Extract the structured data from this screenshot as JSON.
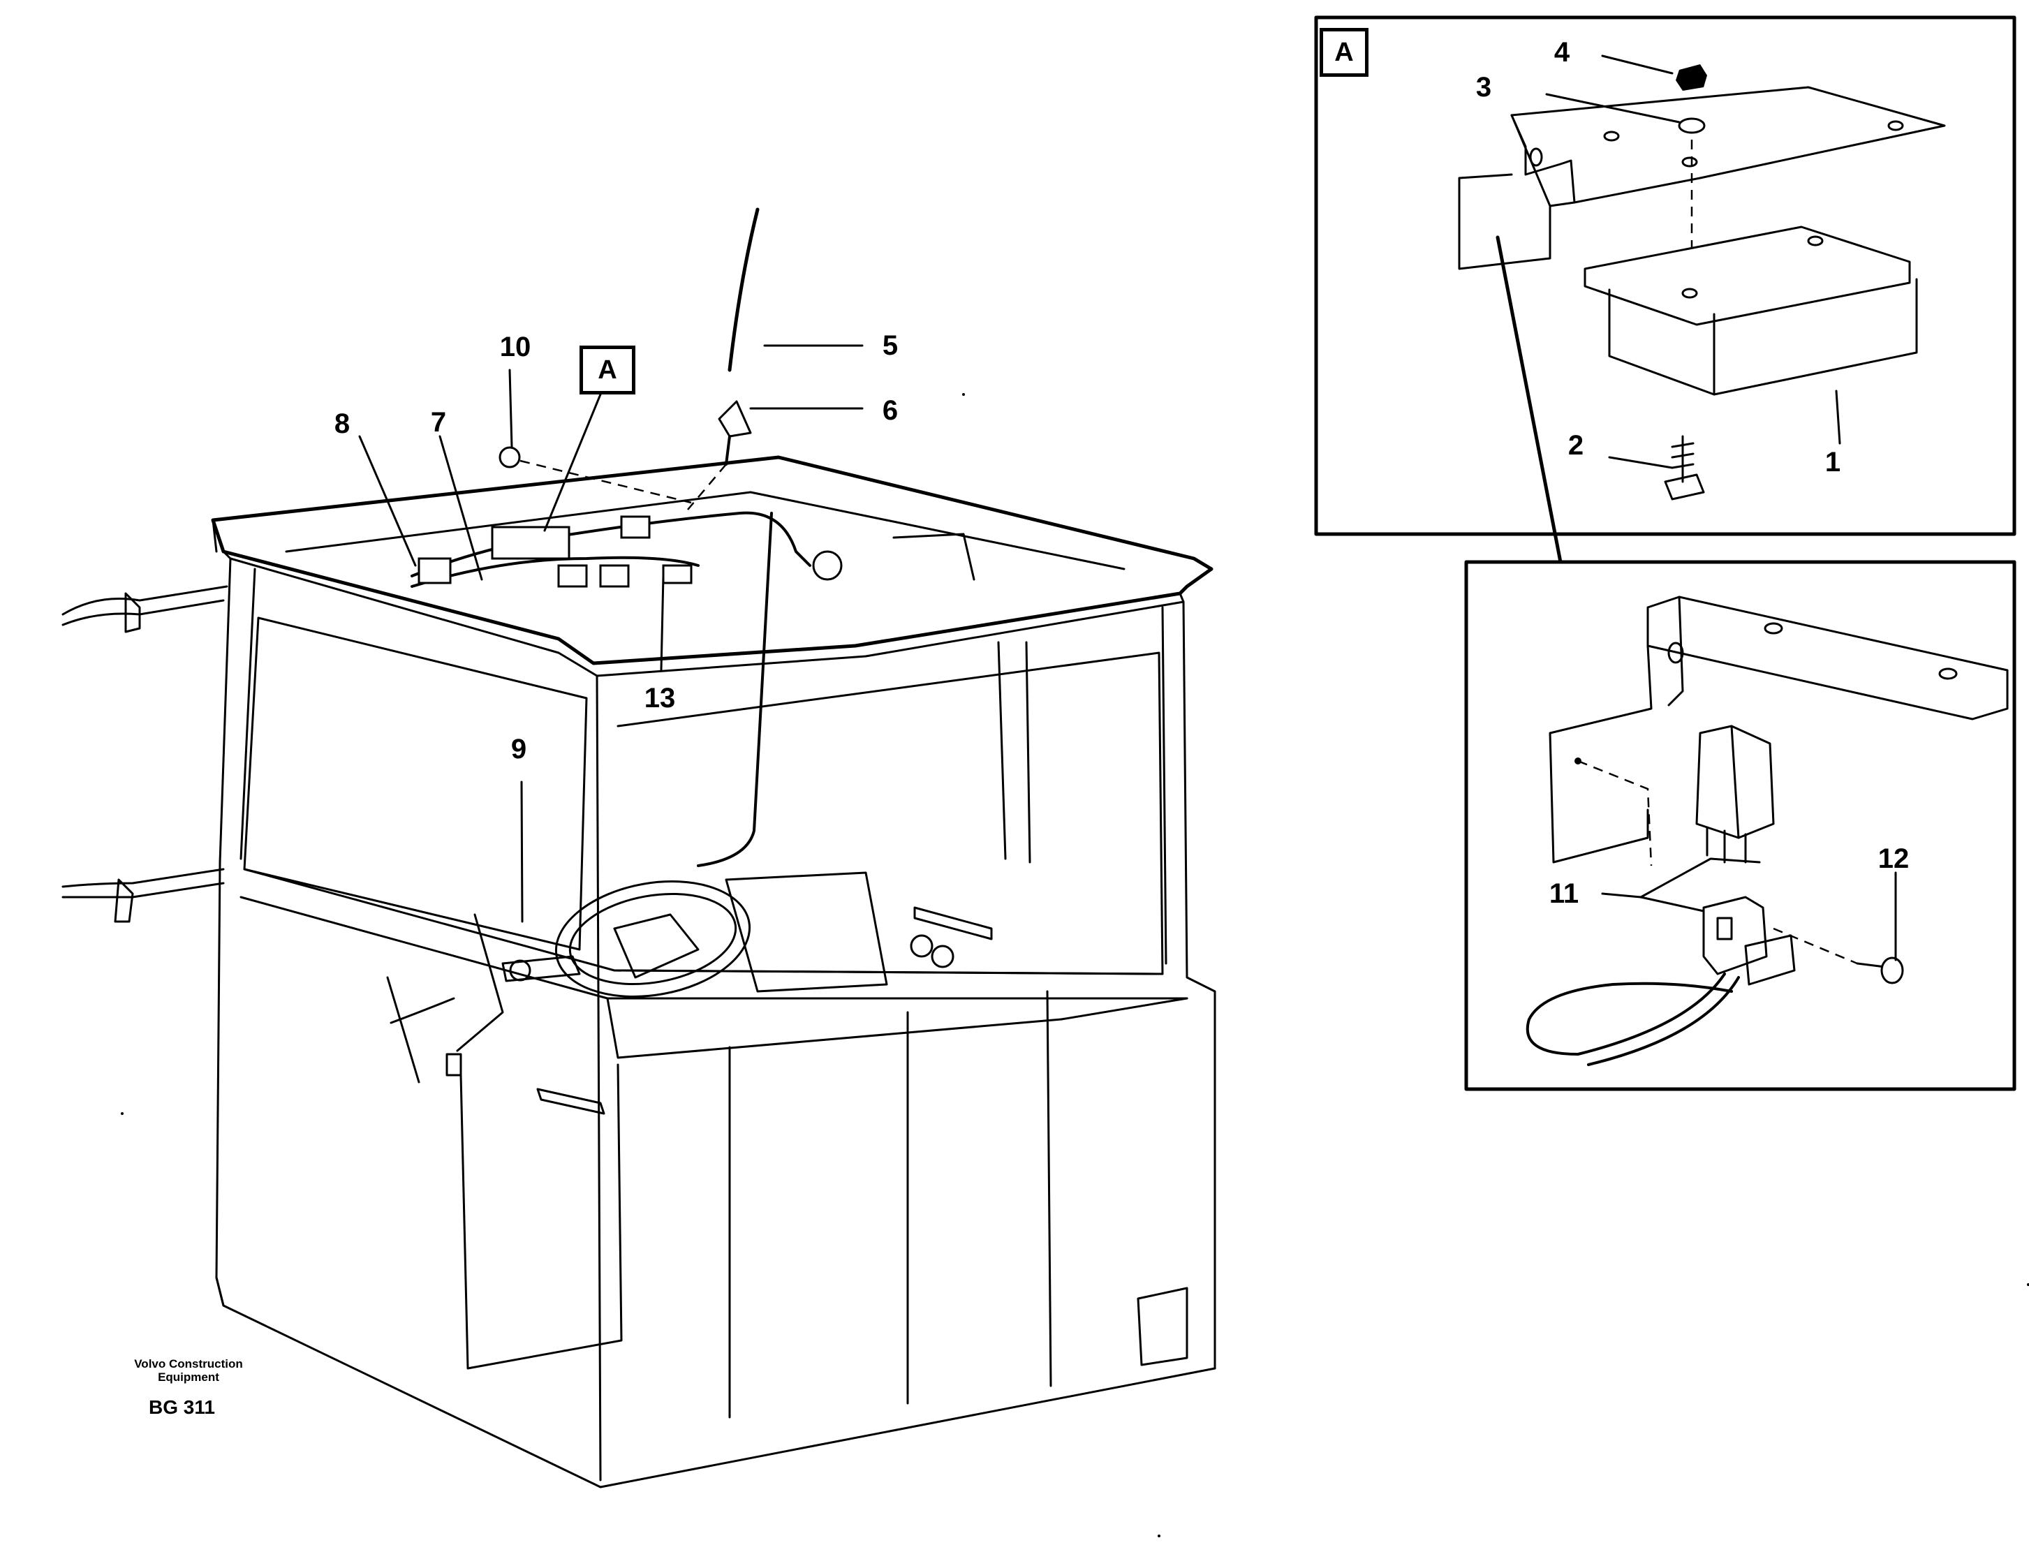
{
  "detail_box_label": "A",
  "main_box_label": "A",
  "callouts": {
    "c1": "1",
    "c2": "2",
    "c3": "3",
    "c4": "4",
    "c5": "5",
    "c6": "6",
    "c7": "7",
    "c8": "8",
    "c9": "9",
    "c10": "10",
    "c11": "11",
    "c12": "12",
    "c13": "13"
  },
  "company_line1": "Volvo Construction",
  "company_line2": "Equipment",
  "drawing_code": "BG 311"
}
